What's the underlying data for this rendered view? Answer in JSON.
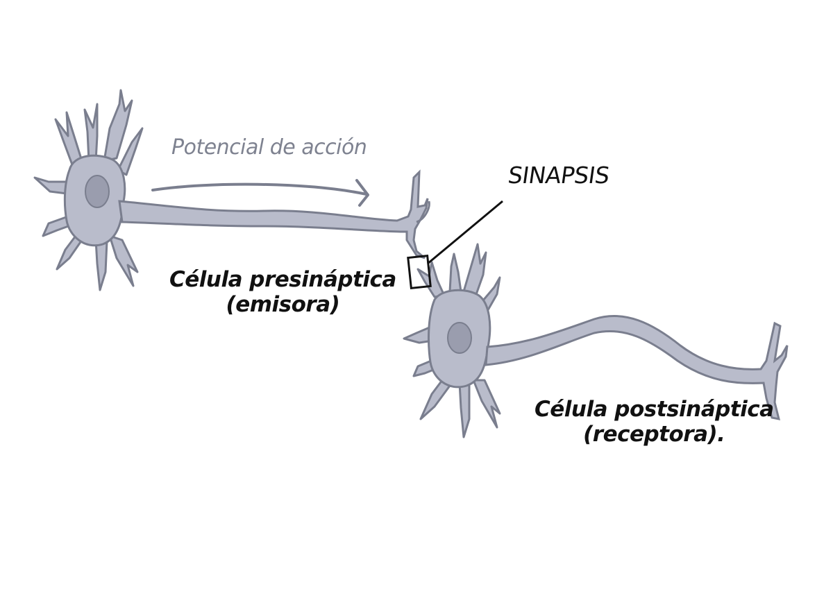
{
  "labels": {
    "action_potential": "Potencial de acción",
    "synapse": "SINAPSIS",
    "presynaptic_line1": "Célula presináptica",
    "presynaptic_line2": "(emisora)",
    "postsynaptic_line1": "Célula postsináptica",
    "postsynaptic_line2": "(receptora)."
  },
  "colors": {
    "neuron_fill": "#b9bccb",
    "neuron_outline": "#7a7e8e",
    "nucleus_fill": "#9a9dae",
    "arrow": "#7a7e8e",
    "ink": "#111111"
  }
}
